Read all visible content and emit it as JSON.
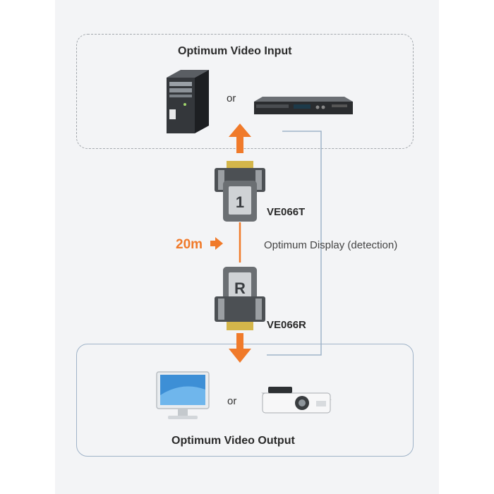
{
  "input_group": {
    "title": "Optimum Video Input",
    "or_text": "or"
  },
  "output_group": {
    "title": "Optimum Video Output",
    "or_text": "or"
  },
  "transmitter": {
    "label": "VE066T",
    "badge": "1"
  },
  "receiver": {
    "label": "VE066R",
    "badge": "R"
  },
  "distance": {
    "label": "20m"
  },
  "detection": {
    "label": "Optimum Display (detection)"
  },
  "colors": {
    "accent_orange": "#f07a2a",
    "detection_line": "#9fb3c8",
    "dashed_border": "#a3a8ad",
    "background": "#f3f4f6"
  },
  "icons": [
    "computer-tower-icon",
    "dvd-player-icon",
    "lcd-monitor-icon",
    "projector-icon",
    "ve066t-transmitter-icon",
    "ve066r-receiver-icon"
  ]
}
